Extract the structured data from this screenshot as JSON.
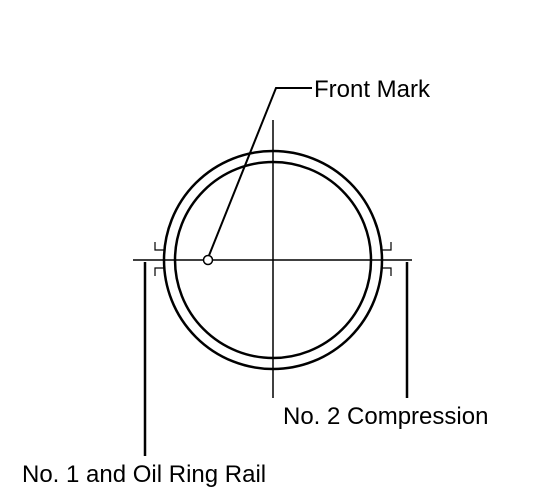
{
  "labels": {
    "front_mark": "Front Mark",
    "compression_ring": "No. 2 Compression",
    "oil_ring": "No. 1 and Oil Ring Rail"
  }
}
